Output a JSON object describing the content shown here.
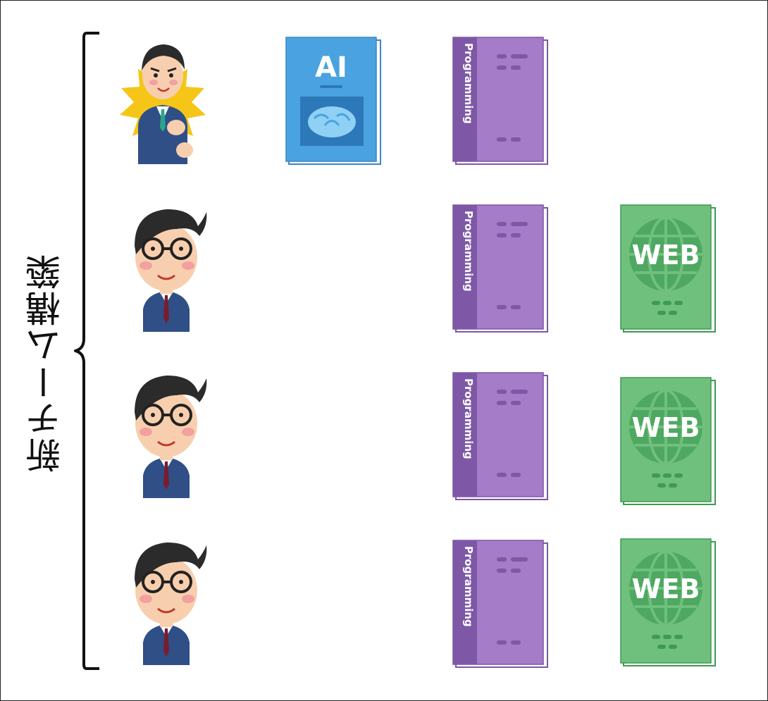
{
  "diagram": {
    "title": "新チーム構築",
    "rows": [
      {
        "member": "leader",
        "books": [
          "AI",
          "Programming"
        ]
      },
      {
        "member": "member",
        "books": [
          "Programming",
          "WEB"
        ]
      },
      {
        "member": "member",
        "books": [
          "Programming",
          "WEB"
        ]
      },
      {
        "member": "member",
        "books": [
          "Programming",
          "WEB"
        ]
      }
    ],
    "book_labels": {
      "ai": "AI",
      "programming": "Programming",
      "web": "WEB"
    },
    "colors": {
      "ai_book": "#4aa3e0",
      "programming_book": "#a57cc8",
      "web_book": "#6fc07d",
      "suit": "#2f4f86",
      "aura": "#f5c518"
    },
    "icons": {
      "leader": "confident-businessman-icon",
      "member": "businessman-with-glasses-icon",
      "ai": "ai-book-icon",
      "programming": "programming-book-icon",
      "web": "web-book-icon"
    }
  }
}
